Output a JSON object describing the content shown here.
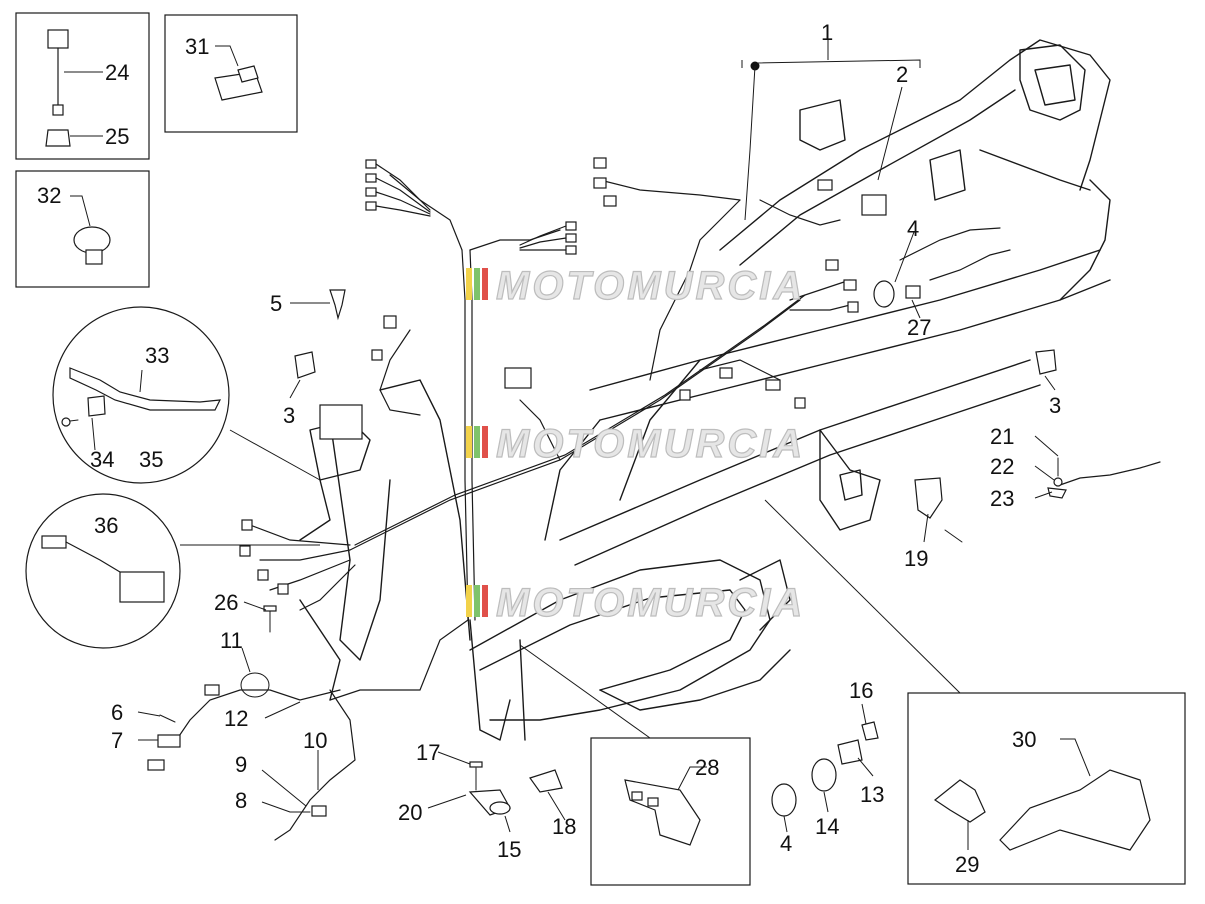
{
  "watermark": "MOTOMURCIA",
  "callouts": {
    "c1": "1",
    "c2": "2",
    "c3a": "3",
    "c3b": "3",
    "c4a": "4",
    "c4b": "4",
    "c5": "5",
    "c6": "6",
    "c7": "7",
    "c8": "8",
    "c9": "9",
    "c10": "10",
    "c11": "11",
    "c12": "12",
    "c13": "13",
    "c14": "14",
    "c15": "15",
    "c16": "16",
    "c17": "17",
    "c18": "18",
    "c19": "19",
    "c20": "20",
    "c21": "21",
    "c22": "22",
    "c23": "23",
    "c24": "24",
    "c25": "25",
    "c26": "26",
    "c27": "27",
    "c28": "28",
    "c29": "29",
    "c30": "30",
    "c31": "31",
    "c32": "32",
    "c33": "33",
    "c34": "34",
    "c35": "35",
    "c36": "36"
  },
  "colors": {
    "watermark_stripe_1": "#f2d24a",
    "watermark_stripe_2": "#7fc36b",
    "watermark_stripe_3": "#e0504a"
  }
}
